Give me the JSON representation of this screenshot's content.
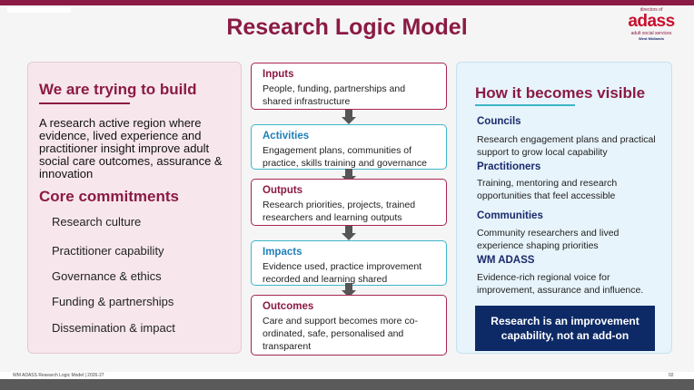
{
  "title": "Research Logic Model",
  "logo": {
    "top_text": "directors of",
    "name": "adass",
    "tagline": "adult social services",
    "region": "West Midlands"
  },
  "left": {
    "heading": "We are trying to build",
    "body": "A research active region where evidence, lived experience and practitioner insight improve adult social care outcomes, assurance & innovation",
    "core_heading": "Core commitments",
    "commitments": [
      "Research culture",
      "Practitioner capability",
      "Governance & ethics",
      "Funding & partnerships",
      "Dissemination & impact"
    ]
  },
  "middle": [
    {
      "title": "Inputs",
      "body": "People, funding, partnerships and shared infrastructure"
    },
    {
      "title": "Activities",
      "body": "Engagement plans, communities of practice, skills training and governance"
    },
    {
      "title": "Outputs",
      "body": "Research priorities, projects, trained researchers and learning outputs"
    },
    {
      "title": "Impacts",
      "body": "Evidence used, practice improvement recorded and learning shared"
    },
    {
      "title": "Outcomes",
      "body": "Care and support becomes more co-ordinated, safe, personalised and transparent"
    }
  ],
  "right": {
    "heading": "How it becomes visible",
    "groups": [
      {
        "title": "Councils",
        "body": "Research engagement plans and practical support to grow local capability"
      },
      {
        "title": "Practitioners",
        "body": "Training, mentoring and research opportunities that feel accessible"
      },
      {
        "title": "Communities",
        "body": "Community researchers and lived experience shaping priorities"
      },
      {
        "title": "WM ADASS",
        "body": "Evidence-rich regional voice for improvement, assurance and influence."
      }
    ],
    "callout": "Research is an improvement capability, not an add-on"
  },
  "footer": {
    "left": "WM ADASS Research Logic Model | 2026-27",
    "page": "02"
  },
  "colors": {
    "brand": "#8b1a44",
    "teal": "#3db6c8",
    "navy": "#0d2a66",
    "left_panel_bg": "#f7e7ec",
    "right_panel_bg": "#e7f4fb"
  }
}
